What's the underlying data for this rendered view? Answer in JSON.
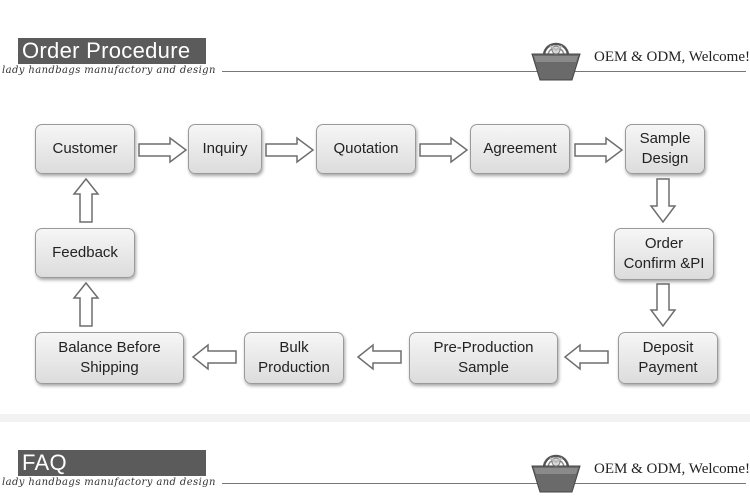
{
  "header": {
    "title": "Order Procedure",
    "tagline": "lady handbags manufactory and design",
    "welcome": "OEM & ODM, Welcome!",
    "logo_icon": "handbag-icon"
  },
  "steps": [
    "Customer",
    "Inquiry",
    "Quotation",
    "Agreement",
    "Sample\nDesign",
    "Order\nConfirm &PI",
    "Deposit\nPayment",
    "Pre-Production\nSample",
    "Bulk\nProduction",
    "Balance Before\nShipping",
    "Feedback"
  ],
  "footer": {
    "title": "FAQ",
    "tagline": "lady handbags manufactory and design",
    "welcome": "OEM & ODM, Welcome!",
    "logo_icon": "handbag-icon"
  },
  "colors": {
    "title_bg": "#5b5b5b",
    "box_fill_top": "#f6f6f6",
    "box_fill_bottom": "#dcdcdc",
    "arrow_fill": "#ffffff",
    "arrow_stroke": "#6e6e6e"
  }
}
